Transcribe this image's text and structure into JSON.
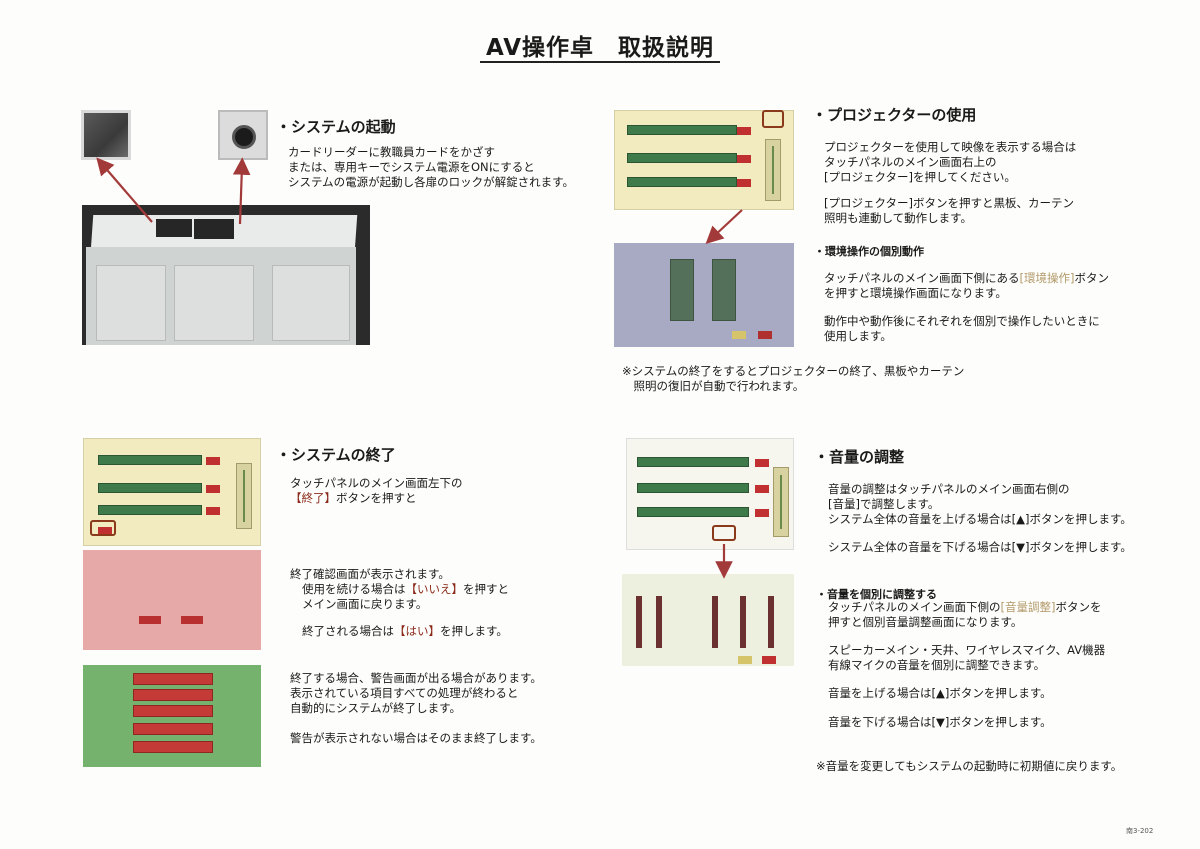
{
  "title": "AV操作卓　取扱説明",
  "sections": {
    "startup": {
      "heading": "システムの起動",
      "lines": [
        "カードリーダーに教職員カードをかざす",
        "または、専用キーでシステム電源をONにすると",
        "システムの電源が起動し各扉のロックが解錠されます。"
      ]
    },
    "projector": {
      "heading": "プロジェクターの使用",
      "lines1": [
        "プロジェクターを使用して映像を表示する場合は",
        "タッチパネルのメイン画面右上の",
        "[プロジェクター]を押してください。"
      ],
      "lines2": [
        "[プロジェクター]ボタンを押すと黒板、カーテン",
        "照明も連動して動作します。"
      ],
      "env_heading": "環境操作の個別動作",
      "env_line1_a": "タッチパネルのメイン画面下側にある",
      "env_line1_b": "[環境操作]",
      "env_line1_c": "ボタン",
      "env_line2": "を押すと環境操作画面になります。",
      "env_lines3": [
        "動作中や動作後にそれぞれを個別で操作したいときに",
        "使用します。"
      ],
      "note_lines": [
        "※システムの終了をするとプロジェクターの終了、黒板やカーテン",
        "　照明の復旧が自動で行われます。"
      ]
    },
    "shutdown": {
      "heading": "システムの終了",
      "line1": "タッチパネルのメイン画面左下の",
      "line2_a": "【終了】",
      "line2_b": "ボタンを押すと",
      "confirm_line1": "終了確認画面が表示されます。",
      "confirm_line2_a": "使用を続ける場合は",
      "confirm_line2_b": "【いいえ】",
      "confirm_line2_c": "を押すと",
      "confirm_line3": "メイン画面に戻ります。",
      "confirm_line4_a": "終了される場合は",
      "confirm_line4_b": "【はい】",
      "confirm_line4_c": "を押します。",
      "warn_lines": [
        "終了する場合、警告画面が出る場合があります。",
        "表示されている項目すべての処理が終わると",
        "自動的にシステムが終了します。"
      ],
      "warn_last": "警告が表示されない場合はそのまま終了します。"
    },
    "volume": {
      "heading": "音量の調整",
      "lines1": [
        "音量の調整はタッチパネルのメイン画面右側の",
        "[音量]で調整します。",
        "システム全体の音量を上げる場合は[▲]ボタンを押します。"
      ],
      "line_down": "システム全体の音量を下げる場合は[▼]ボタンを押します。",
      "indiv_heading": "音量を個別に調整する",
      "indiv_line1_a": "タッチパネルのメイン画面下側の",
      "indiv_line1_b": "[音量調整]",
      "indiv_line1_c": "ボタンを",
      "indiv_line2": "押すと個別音量調整画面になります。",
      "indiv_lines3": [
        "スピーカーメイン・天井、ワイヤレスマイク、AV機器",
        "有線マイクの音量を個別に調整できます。"
      ],
      "indiv_up": "音量を上げる場合は[▲]ボタンを押します。",
      "indiv_down": "音量を下げる場合は[▼]ボタンを押します。",
      "note": "※音量を変更してもシステムの起動時に初期値に戻ります。"
    }
  },
  "page_code": "南3-202",
  "colors": {
    "arrow": "#a33a3a",
    "panel": "#f1ebbf",
    "confirm": "#e6a9a8",
    "warning": "#74b26d"
  }
}
